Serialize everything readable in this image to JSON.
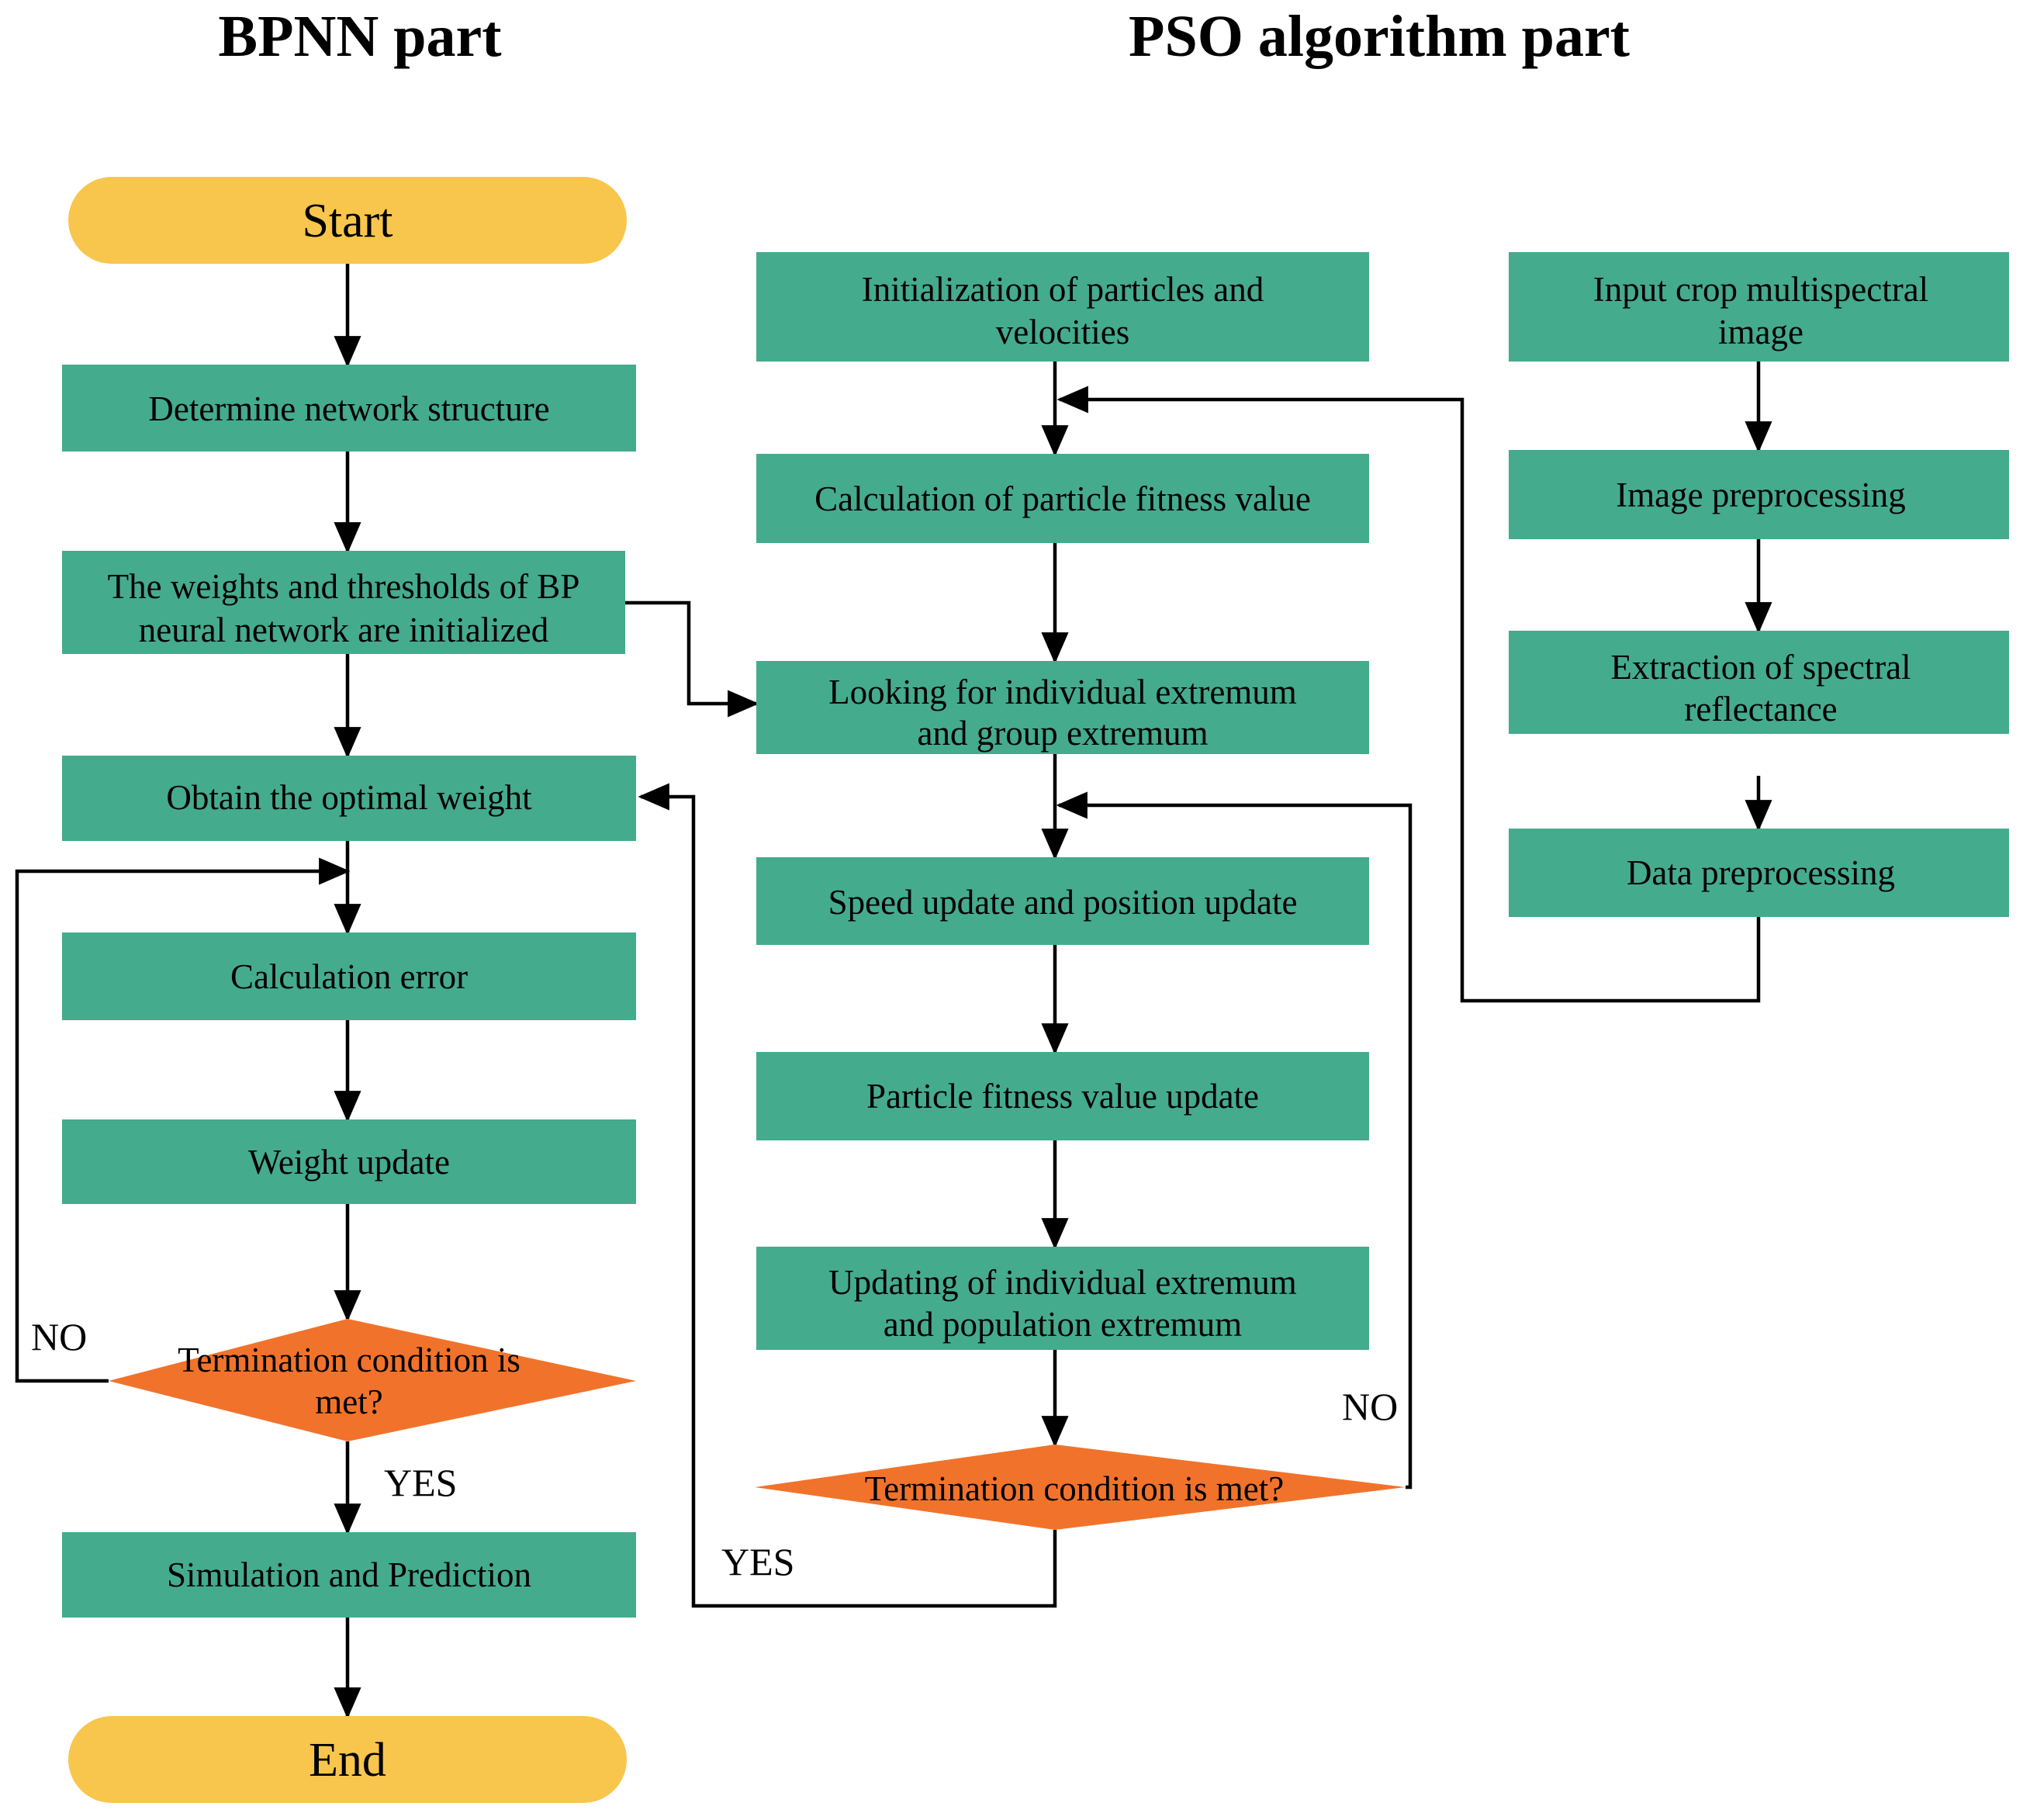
{
  "diagram": {
    "type": "flowchart",
    "title_left": "BPNN part",
    "title_right": "PSO algorithm part",
    "colors": {
      "process": "#45ab8d",
      "decision": "#f1732b",
      "terminator": "#f7c council",
      "terminator_fill": "#f8c64d",
      "line": "#000000",
      "background": "#ffffff"
    }
  },
  "bpnn": {
    "start": "Start",
    "determine_network_structure": "Determine network structure",
    "init_weights_line1": "The weights and thresholds of BP",
    "init_weights_line2": "neural network are initialized",
    "obtain_optimal_weight": "Obtain the optimal weight",
    "calculation_error": "Calculation error",
    "weight_update": "Weight update",
    "termination_line1": "Termination condition is",
    "termination_line2": "met?",
    "label_no": "NO",
    "label_yes": "YES",
    "simulation_and_prediction": "Simulation and Prediction",
    "end": "End"
  },
  "pso": {
    "init_line1": "Initialization of particles and",
    "init_line2": "velocities",
    "calc_fitness": "Calculation of particle fitness value",
    "looking_line1": "Looking for individual extremum",
    "looking_line2": "and group extremum",
    "speed_update": "Speed update and position update",
    "fitness_update": "Particle fitness value update",
    "updating_line1": "Updating of individual extremum",
    "updating_line2": "and population extremum",
    "termination": "Termination condition is met?",
    "label_no": "NO",
    "label_yes": "YES"
  },
  "data_pipeline": {
    "input_line1": "Input crop multispectral",
    "input_line2": "image",
    "image_preprocessing": "Image preprocessing",
    "extraction_line1": "Extraction of spectral",
    "extraction_line2": "reflectance",
    "data_preprocessing": "Data preprocessing"
  }
}
